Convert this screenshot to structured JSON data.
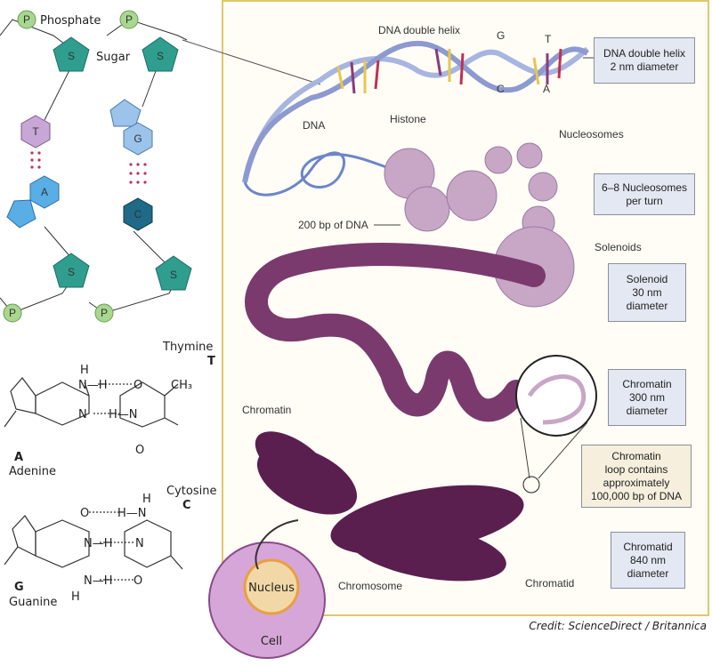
{
  "nucleotide": {
    "phosphate_symbol": "P",
    "phosphate_label": "Phosphate",
    "sugar_symbol": "S",
    "sugar_label": "Sugar",
    "bases": [
      "T",
      "G",
      "A",
      "C"
    ]
  },
  "base_pairs": {
    "at": {
      "thymine_name": "Thymine",
      "thymine_letter": "T",
      "adenine_letter": "A",
      "adenine_name": "Adenine",
      "atoms": {
        "H": "H",
        "N": "N",
        "O": "O",
        "NH": "N—H",
        "HN": "H—N",
        "CH3": "CH₃"
      }
    },
    "gc": {
      "cytosine_name": "Cytosine",
      "cytosine_letter": "C",
      "guanine_letter": "G",
      "guanine_name": "Guanine"
    }
  },
  "structure": {
    "helix_label": "DNA double helix",
    "helix_letters": [
      "G",
      "T",
      "C",
      "A"
    ],
    "dna_label": "DNA",
    "histone_label": "Histone",
    "nucleosomes_label": "Nucleosomes",
    "bp_label": "200 bp of DNA",
    "solenoids_label": "Solenoids",
    "chromatin_label": "Chromatin",
    "chromosome_label": "Chromosome",
    "chromatid_label": "Chromatid",
    "nucleus_label": "Nucleus",
    "cell_label": "Cell"
  },
  "boxes": [
    {
      "lines": [
        "DNA double helix",
        "2 nm diameter"
      ]
    },
    {
      "lines": [
        "6–8 Nucleosomes",
        "per turn"
      ]
    },
    {
      "lines": [
        "Solenoid",
        "30 nm",
        "diameter"
      ]
    },
    {
      "lines": [
        "Chromatin",
        "300 nm",
        "diameter"
      ]
    },
    {
      "lines": [
        "Chromatin",
        "loop contains",
        "approximately",
        "100,000 bp of DNA"
      ]
    },
    {
      "lines": [
        "Chromatid",
        "840 nm",
        "diameter"
      ]
    }
  ],
  "credit": "Credit: ScienceDirect / Britannica",
  "colors": {
    "frame": "#e2c66a",
    "phosphate": "#a8d88f",
    "sugar": "#2f9e8f",
    "thymine": "#c8a6d6",
    "guanine": "#9cc3ea",
    "adenine": "#5aaee6",
    "cytosine": "#1f6a86",
    "chromatin": "#6b2a5e"
  }
}
